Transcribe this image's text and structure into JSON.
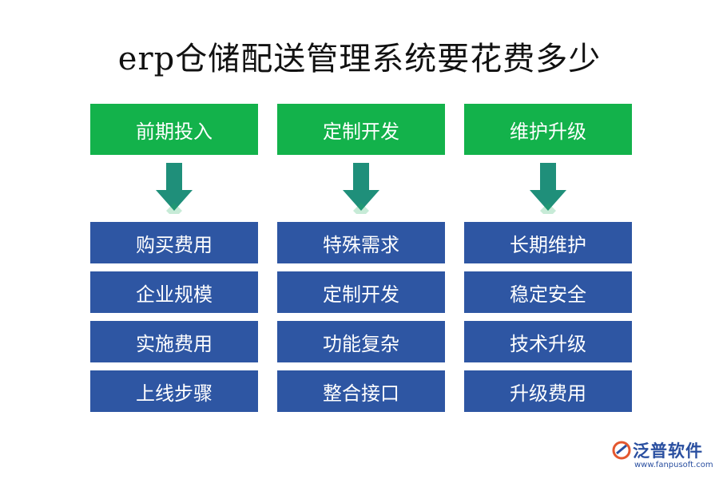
{
  "title": "erp仓储配送管理系统要花费多少",
  "colors": {
    "header_green": "#13b24b",
    "item_blue": "#2e56a3",
    "arrow_teal": "#1f8f7a",
    "arrow_green": "#20b060"
  },
  "columns": [
    {
      "header": "前期投入",
      "items": [
        "购买费用",
        "企业规模",
        "实施费用",
        "上线步骤"
      ]
    },
    {
      "header": "定制开发",
      "items": [
        "特殊需求",
        "定制开发",
        "功能复杂",
        "整合接口"
      ]
    },
    {
      "header": "维护升级",
      "items": [
        "长期维护",
        "稳定安全",
        "技术升级",
        "升级费用"
      ]
    }
  ],
  "logo": {
    "name": "泛普软件",
    "url": "www.fanpusoft.com",
    "icon": "fanpu-logo-icon"
  }
}
